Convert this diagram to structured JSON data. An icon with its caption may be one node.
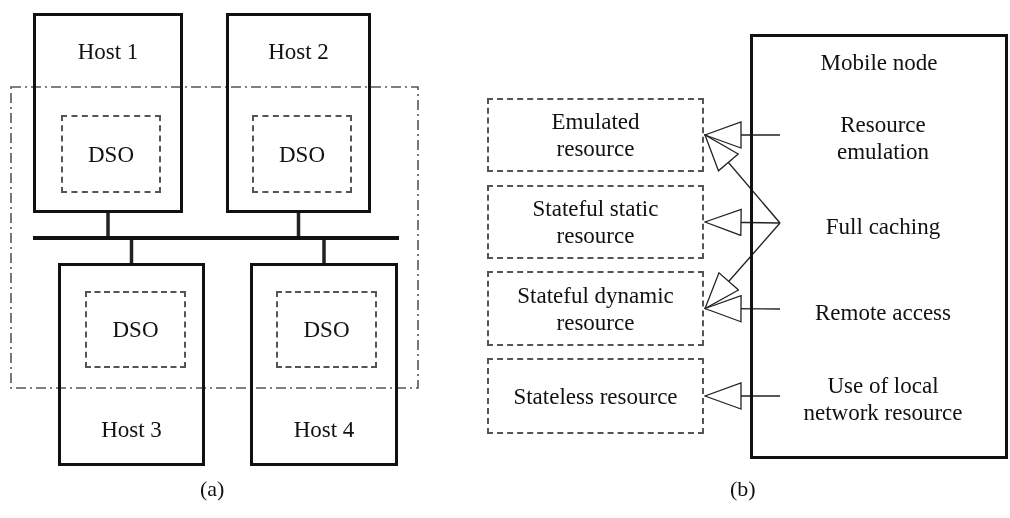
{
  "diagram": {
    "nodes": [
      {
        "text": [
          "Host 1"
        ]
      },
      {
        "text": [
          "DSO"
        ],
        "in": 0
      },
      {
        "text": [
          "Host 2"
        ]
      },
      {
        "text": [
          "DSO"
        ],
        "in": 2
      },
      {
        "text": [],
        "shape": "bar"
      },
      {
        "text": [
          "Host 3"
        ]
      },
      {
        "text": [
          "DSO"
        ],
        "in": 5
      },
      {
        "text": [
          "Host 4"
        ]
      },
      {
        "text": [
          "DSO"
        ],
        "in": 7
      },
      {
        "text": [
          "Emulated resource"
        ]
      },
      {
        "text": [
          "Stateful static resource"
        ]
      },
      {
        "text": [
          "Stateful dynamic resource"
        ]
      },
      {
        "text": [
          "Stateless resource"
        ]
      },
      {
        "text": [
          "Mobile node"
        ]
      },
      {
        "text": [
          "Resource emulation"
        ],
        "in": 13
      },
      {
        "text": [
          "Full caching"
        ],
        "in": 13
      },
      {
        "text": [
          "Remote access"
        ],
        "in": 13
      },
      {
        "text": [
          "Use of local network resource"
        ],
        "in": 13
      }
    ],
    "edges": [
      {
        "from": 0,
        "to": 4,
        "arrow": "none",
        "style": "thick"
      },
      {
        "from": 2,
        "to": 4,
        "arrow": "none",
        "style": "thick"
      },
      {
        "from": 4,
        "to": 5,
        "arrow": "none",
        "style": "thick"
      },
      {
        "from": 4,
        "to": 7,
        "arrow": "none",
        "style": "thick"
      },
      {
        "from": 14,
        "to": 9,
        "arrow": "to"
      },
      {
        "from": 15,
        "to": 9,
        "arrow": "to"
      },
      {
        "from": 15,
        "to": 10,
        "arrow": "to"
      },
      {
        "from": 15,
        "to": 11,
        "arrow": "to"
      },
      {
        "from": 16,
        "to": 11,
        "arrow": "to"
      },
      {
        "from": 17,
        "to": 12,
        "arrow": "to"
      }
    ],
    "labels": [
      "(a)",
      "(b)"
    ]
  }
}
